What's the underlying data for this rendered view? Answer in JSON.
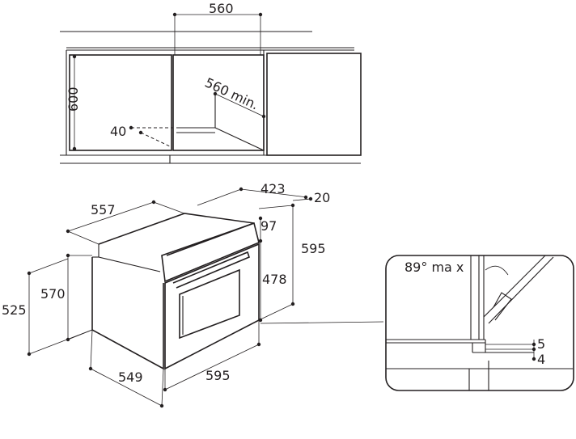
{
  "cabinet_view": {
    "cavity_width": "560",
    "cavity_height": "600",
    "cavity_depth": "560 min.",
    "rear_gap": "40"
  },
  "oven_view": {
    "overall_depth": "557",
    "panel_width": "423",
    "panel_offset": "20",
    "panel_height": "97",
    "overall_height": "595",
    "door_height": "478",
    "body_height": "570",
    "lower_height": "525",
    "body_depth": "549",
    "overall_width": "595"
  },
  "door_detail": {
    "opening_angle": "89° ma x",
    "gap_top": "5",
    "gap_bottom": "4"
  }
}
